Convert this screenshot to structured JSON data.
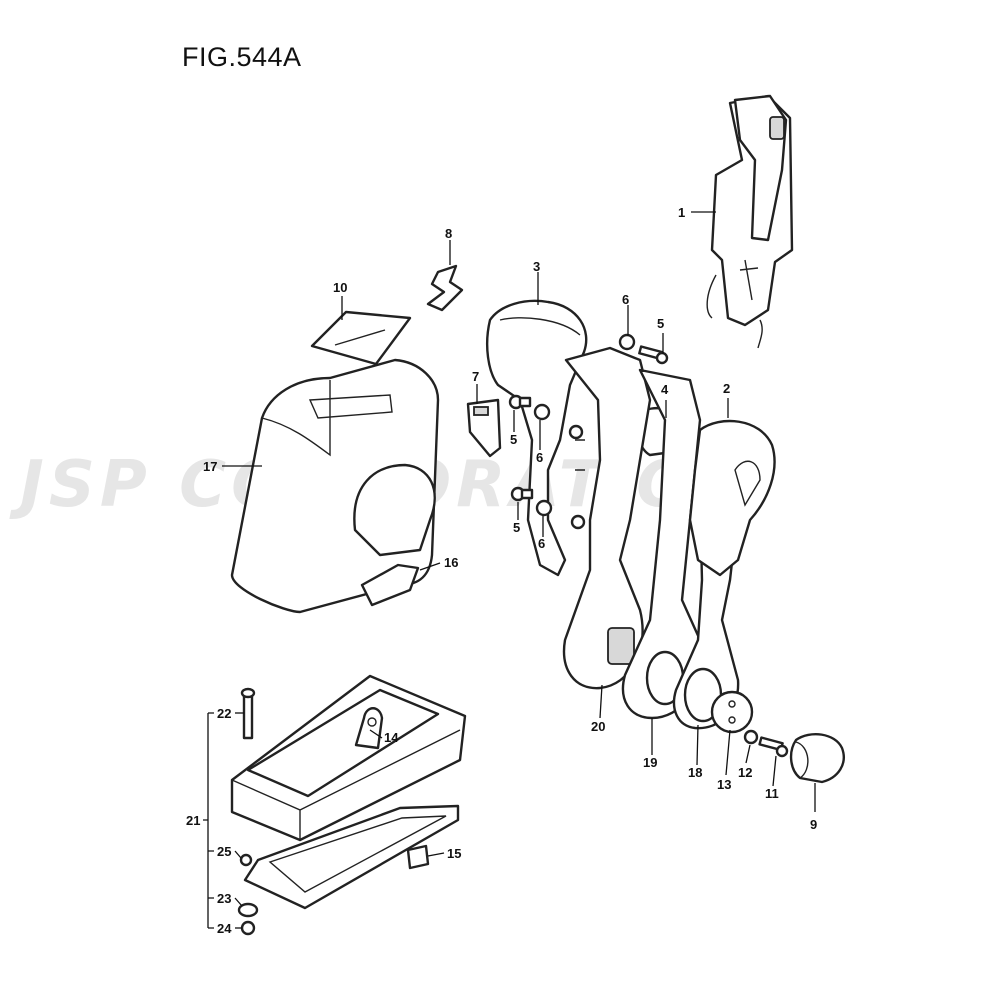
{
  "figure": {
    "title": "FIG.544A"
  },
  "watermark": {
    "text": "JSP CORPORATION"
  },
  "callouts": {
    "c1": "1",
    "c2": "2",
    "c3": "3",
    "c4": "4",
    "c5a": "5",
    "c5b": "5",
    "c5c": "5",
    "c6a": "6",
    "c6b": "6",
    "c6c": "6",
    "c7": "7",
    "c8": "8",
    "c9": "9",
    "c10": "10",
    "c11": "11",
    "c12": "12",
    "c13": "13",
    "c14": "14",
    "c15": "15",
    "c16": "16",
    "c17": "17",
    "c18": "18",
    "c19": "19",
    "c20": "20",
    "c21": "21",
    "c22": "22",
    "c23": "23",
    "c24": "24",
    "c25": "25"
  }
}
